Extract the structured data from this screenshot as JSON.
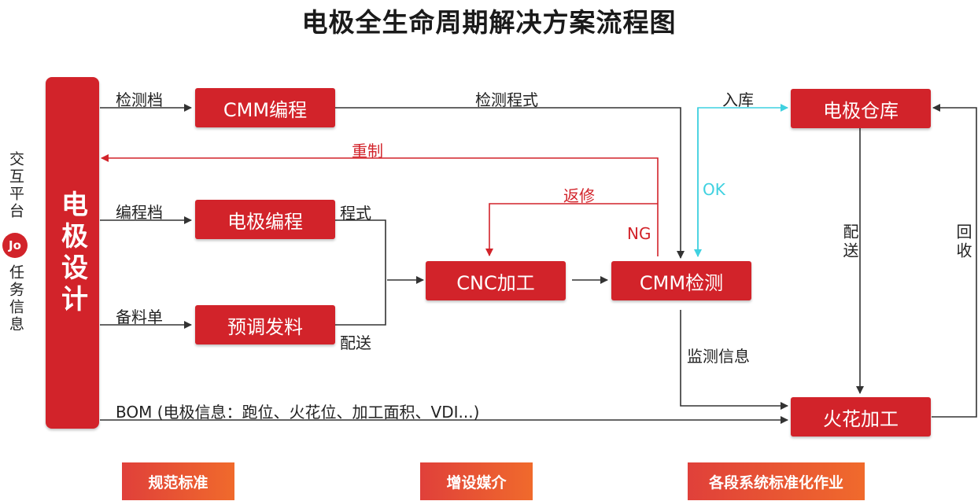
{
  "title": "电极全生命周期解决方案流程图",
  "side": {
    "top_text": "交互平台",
    "bottom_text": "任务信息",
    "logo_text": "Jo"
  },
  "design_box": "电极设计",
  "boxes": {
    "cmm_program": "CMM编程",
    "electrode_program": "电极编程",
    "preset_material": "预调发料",
    "cnc": "CNC加工",
    "cmm_inspect": "CMM检测",
    "warehouse": "电极仓库",
    "spark": "火花加工"
  },
  "labels": {
    "inspect_file": "检测档",
    "program_file": "编程档",
    "bill": "备料单",
    "inspect_program": "检测程式",
    "remake": "重制",
    "rework": "返修",
    "ng": "NG",
    "ok": "OK",
    "program": "程式",
    "delivery": "配送",
    "storage": "入库",
    "distribute": "配送",
    "return": "回收",
    "monitor": "监测信息",
    "bom": "BOM (电极信息：跑位、火花位、加工面积、VDI...)"
  },
  "footer": [
    "规范标准",
    "增设媒介",
    "各段系统标准化作业"
  ],
  "colors": {
    "accent": "#d2232a",
    "ok_line": "#3fd1e0",
    "line": "#333333"
  }
}
